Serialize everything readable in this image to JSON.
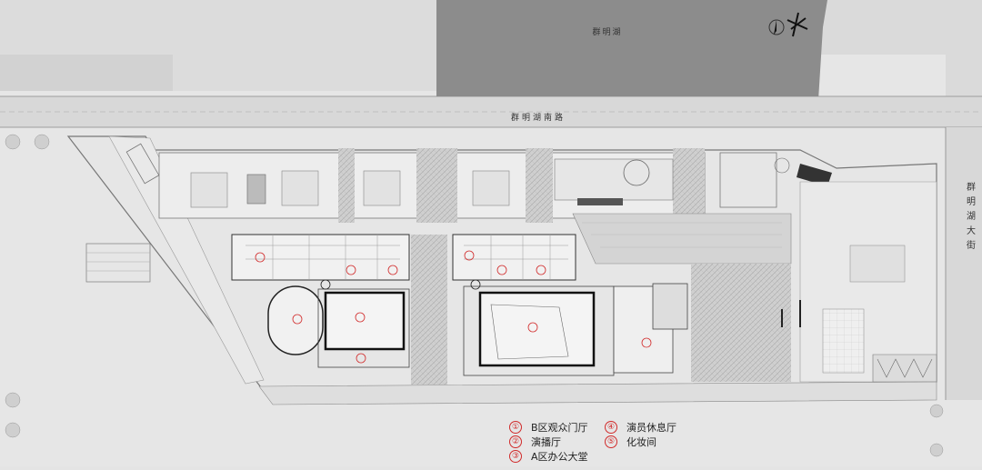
{
  "labels": {
    "lake": "群明湖",
    "south_road": "群明湖南路",
    "avenue": "群明湖大街"
  },
  "legend": {
    "items": [
      {
        "num": "①",
        "text": "B区观众门厅"
      },
      {
        "num": "②",
        "text": "演播厅"
      },
      {
        "num": "③",
        "text": "A区办公大堂"
      },
      {
        "num": "④",
        "text": "演员休息厅"
      },
      {
        "num": "⑤",
        "text": "化妆间"
      }
    ]
  },
  "colors": {
    "background": "#e4e4e4",
    "lake": "#8c8c8c",
    "site": "#ededed",
    "paving": "#cfcfcf",
    "building_wall": "#222222",
    "marker_red": "#d12a2a"
  }
}
